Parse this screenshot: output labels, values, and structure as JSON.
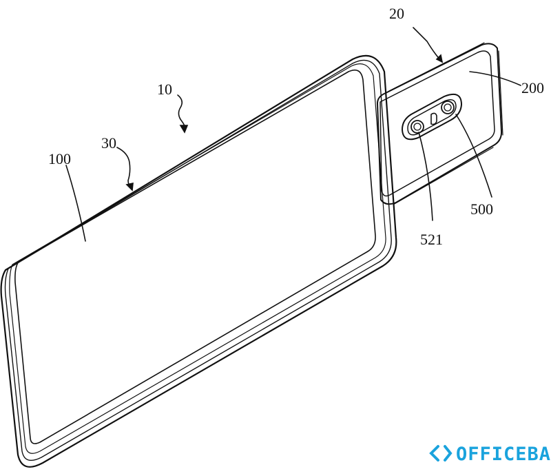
{
  "diagram": {
    "labels": {
      "device": "10",
      "module": "20",
      "frame": "30",
      "screen": "100",
      "module_body": "200",
      "camera_window": "500",
      "lens": "521"
    }
  },
  "watermark": {
    "text": "OFFICEBA",
    "color": "#1aa3dd"
  }
}
